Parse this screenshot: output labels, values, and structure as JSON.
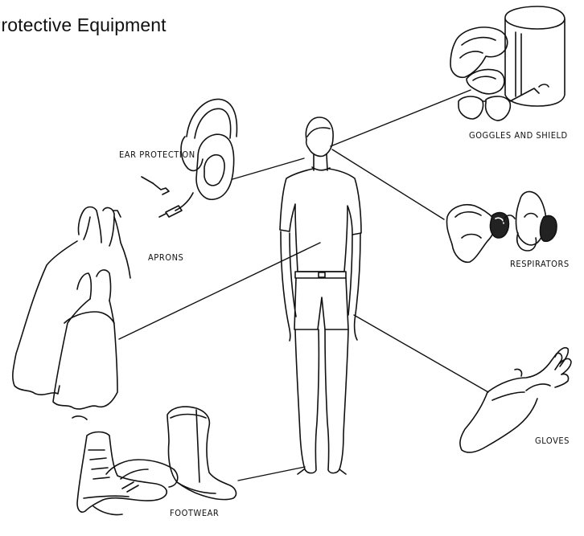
{
  "title": "Protective Equipment",
  "labels": {
    "ear_protection": "EAR PROTECTION",
    "goggles_and_shield": "GOGGLES AND SHIELD",
    "aprons": "APRONS",
    "respirators": "RESPIRATORS",
    "gloves": "GLOVES",
    "footwear": "FOOTWEAR"
  },
  "colors": {
    "ink": "#111111",
    "background": "#ffffff"
  }
}
